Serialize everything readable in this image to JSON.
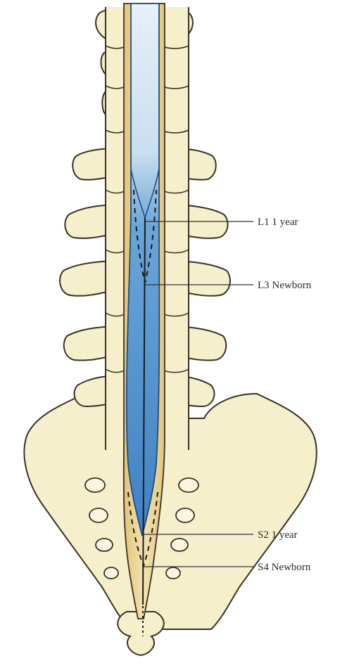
{
  "colors": {
    "bone": "#f6efcc",
    "bone_outline": "#3a3126",
    "dura": "#ecd9a0",
    "dura_dark": "#d9bd73",
    "cord_light": "#d4e6f3",
    "cord_blue": "#5c9bd4",
    "cord_dark": "#2e6fae",
    "line": "#333333"
  },
  "annotations": [
    {
      "id": "l1",
      "level": "L1",
      "age": "1 year",
      "text": "L1  1 year"
    },
    {
      "id": "l3",
      "level": "L3",
      "age": "Newborn",
      "text": "L3  Newborn"
    },
    {
      "id": "s2",
      "level": "S2",
      "age": "1 year",
      "text": "S2  1 year"
    },
    {
      "id": "s4",
      "level": "S4",
      "age": "Newborn",
      "text": "S4  Newborn"
    }
  ]
}
